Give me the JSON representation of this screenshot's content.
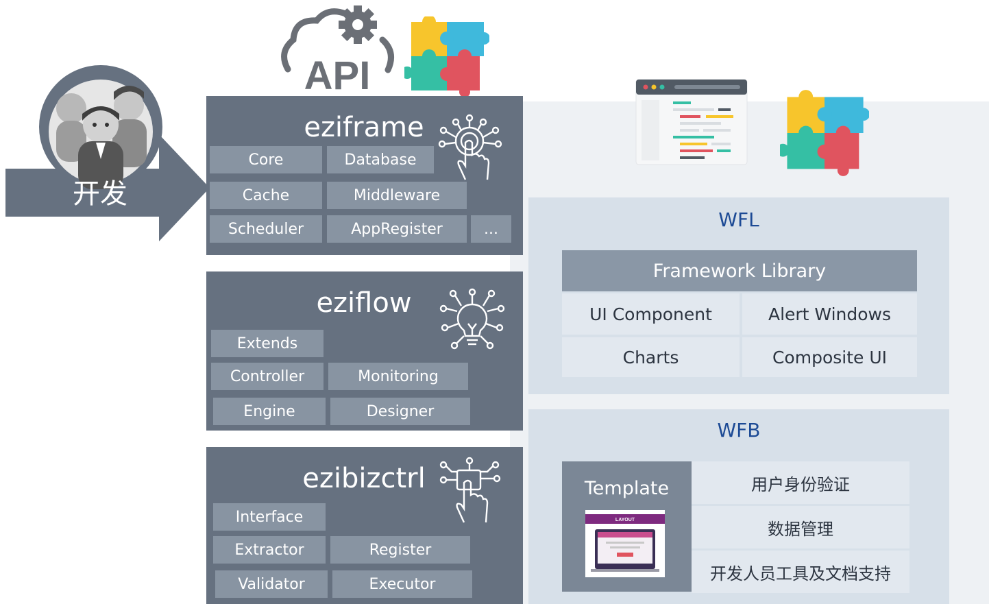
{
  "developer": {
    "label": "开发"
  },
  "api": {
    "label": "API"
  },
  "eziframe": {
    "title": "eziframe",
    "items": [
      "Core",
      "Database",
      "Cache",
      "Middleware",
      "Scheduler",
      "AppRegister",
      "..."
    ]
  },
  "eziflow": {
    "title": "eziflow",
    "items": [
      "Extends",
      "Controller",
      "Monitoring",
      "Engine",
      "Designer"
    ]
  },
  "ezibizctrl": {
    "title": "ezibizctrl",
    "items": [
      "Interface",
      "Extractor",
      "Register",
      "Validator",
      "Executor"
    ]
  },
  "wfl": {
    "title": "WFL",
    "header": "Framework Library",
    "cells": [
      "UI Component",
      "Alert Windows",
      "Charts",
      "Composite UI"
    ]
  },
  "wfb": {
    "title": "WFB",
    "template_label": "Template",
    "layout_badge": "LAYOUT",
    "items": [
      "用户身份验证",
      "数据管理",
      "开发人员工具及文档支持"
    ]
  },
  "colors": {
    "panel": "#667180",
    "chip": "#8894a2",
    "wfl_bg": "#d7e0e9",
    "title_blue": "#1c4a95",
    "puzzle_yellow": "#f7c52c",
    "puzzle_blue": "#3fb9dc",
    "puzzle_green": "#35bfa4",
    "puzzle_red": "#e0545f"
  },
  "icons": [
    "avatar-group-icon",
    "cloud-api-icon",
    "gear-icon",
    "puzzle-icon",
    "touch-network-icon",
    "bulb-network-icon",
    "tap-network-icon",
    "code-window-icon",
    "layout-thumbnail-icon"
  ]
}
